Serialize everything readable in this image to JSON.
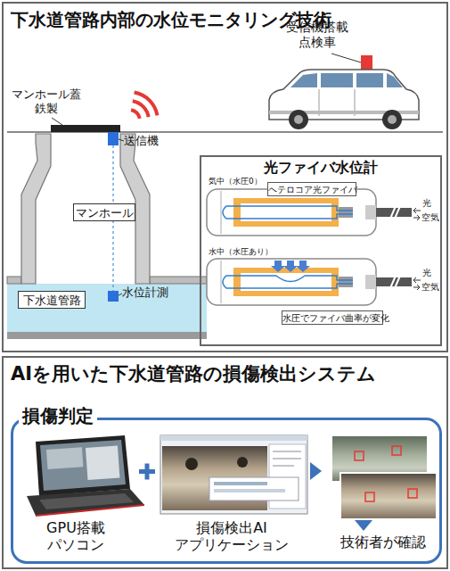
{
  "diagram": {
    "nodes": [
      {
        "text": [
          "下水道管路内部の水位モニタリング技術"
        ]
      },
      {
        "text": [
          "マンホール"
        ],
        "in": 0
      },
      {
        "text": [
          "下水道管路"
        ],
        "in": 0
      },
      {
        "text": [
          "光ファイバ水位計"
        ],
        "in": 0
      },
      {
        "text": [
          "ヘテロコア光ファイバ"
        ],
        "in": 3
      },
      {
        "text": [
          "水圧でファイバ曲率が変化"
        ],
        "in": 3
      },
      {
        "text": [
          "AIを用いた下水道管路の損傷検出システム"
        ]
      },
      {
        "text": [
          "損傷判定"
        ],
        "in": 6
      }
    ],
    "labels": [
      "マンホール蓋 鉄製",
      "送信機",
      "受信機搭載 点検車",
      "水位計測",
      "気中（水圧0）",
      "光",
      "空気",
      "水中（水圧あり）",
      "光",
      "空気",
      "GPU搭載 パソコン",
      "損傷検出AI アプリケーション",
      "技術者が確認"
    ]
  }
}
